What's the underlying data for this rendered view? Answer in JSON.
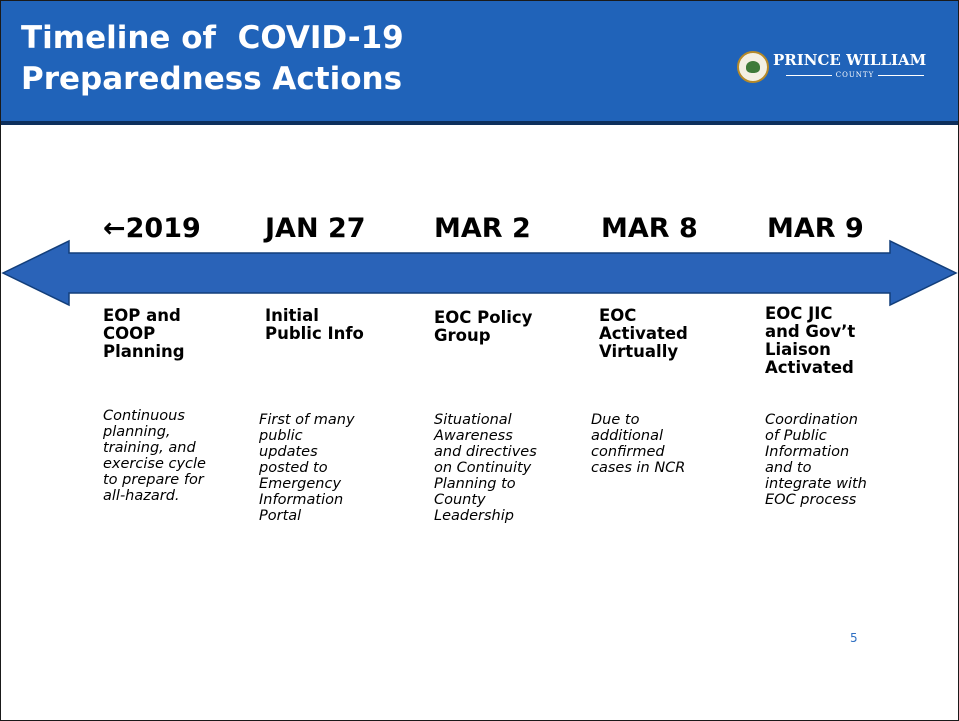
{
  "header": {
    "title_lines": [
      "Timeline of  COVID-19",
      "Preparedness Actions"
    ],
    "logo": {
      "name": "PRINCE WILLIAM",
      "sub": "COUNTY",
      "icon": "county-seal-icon"
    }
  },
  "colors": {
    "header": "#2063b9",
    "header_rule": "#0d2f5c",
    "arrow": "#2a63b8",
    "arrow_outline": "#123e7a",
    "page_number": "#2e6fc2"
  },
  "timeline": {
    "arrow_icon": "double-headed-arrow",
    "milestones": [
      {
        "date": "←2019",
        "event": [
          "EOP and",
          "COOP",
          "Planning"
        ],
        "description": [
          "Continuous",
          "planning,",
          "training, and",
          "exercise cycle",
          "to prepare for",
          "all-hazard."
        ]
      },
      {
        "date": "JAN 27",
        "event": [
          "Initial",
          "Public Info"
        ],
        "description": [
          "First of many",
          "public",
          "updates",
          "posted to",
          "Emergency",
          "Information",
          "Portal"
        ]
      },
      {
        "date": "MAR 2",
        "event": [
          "EOC Policy",
          "Group"
        ],
        "description": [
          "Situational",
          "Awareness",
          "and directives",
          "on Continuity",
          "Planning to",
          "County",
          "Leadership"
        ]
      },
      {
        "date": "MAR 8",
        "event": [
          "EOC",
          "Activated",
          "Virtually"
        ],
        "description": [
          "Due to",
          "additional",
          "confirmed",
          "cases in NCR"
        ]
      },
      {
        "date": "MAR 9",
        "event": [
          "EOC JIC",
          "and Gov’t",
          "Liaison",
          "Activated"
        ],
        "description": [
          "Coordination",
          "of Public",
          "Information",
          "and to",
          "integrate with",
          "EOC process"
        ]
      }
    ]
  },
  "page_number": "5"
}
